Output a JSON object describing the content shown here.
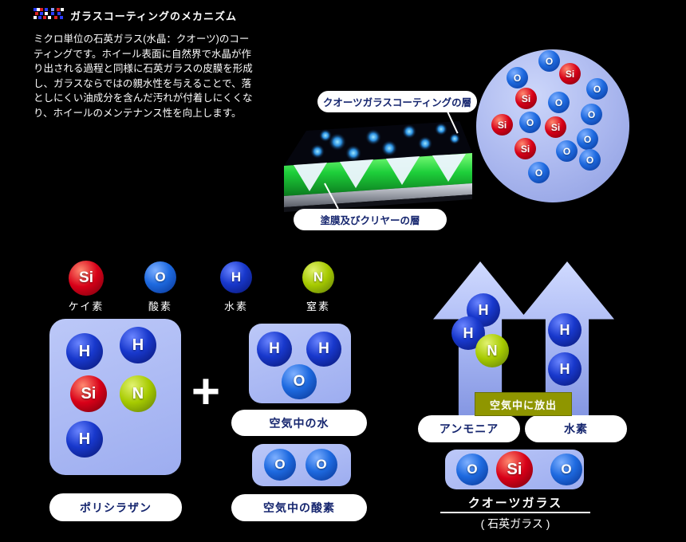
{
  "header": {
    "title": "ガラスコーティングのメカニズム"
  },
  "intro": {
    "lines": [
      "ミクロ単位の石英ガラス(水晶：クオーツ)のコー",
      "ティングです。ホイール表面に自然界で水晶が作",
      "り出される過程と同様に石英ガラスの皮膜を形成",
      "し、ガラスならではの親水性を与えることで、落",
      "としにくい油成分を含んだ汚れが付着しにくくな",
      "り、ホイールのメンテナンス性を向上します。"
    ]
  },
  "layer_labels": {
    "coating": "クオーツガラスコーティングの層",
    "clear": "塗膜及びクリヤーの層"
  },
  "molecule_circle": {
    "balls": [
      "O",
      "O",
      "Si",
      "O",
      "Si",
      "O",
      "O",
      "Si",
      "O",
      "Si",
      "O",
      "Si",
      "O",
      "O",
      "O"
    ]
  },
  "legend": {
    "items": [
      {
        "symbol": "Si",
        "name": "ケイ素"
      },
      {
        "symbol": "O",
        "name": "酸素"
      },
      {
        "symbol": "H",
        "name": "水素"
      },
      {
        "symbol": "N",
        "name": "窒素"
      }
    ]
  },
  "reaction": {
    "plus": "+",
    "polysilazane": {
      "caption": "ポリシラザン",
      "atoms": [
        "H",
        "H",
        "Si",
        "N",
        "H"
      ]
    },
    "water": {
      "caption": "空気中の水",
      "atoms": [
        "H",
        "H",
        "O"
      ]
    },
    "oxygen": {
      "caption": "空気中の酸素",
      "atoms": [
        "O",
        "O"
      ]
    },
    "release": {
      "caption": "空気中に放出"
    },
    "ammonia": {
      "caption": "アンモニア",
      "atoms": [
        "H",
        "H",
        "N"
      ]
    },
    "hydrogen": {
      "caption": "水素",
      "atoms": [
        "H",
        "H"
      ]
    },
    "quartz": {
      "caption": "クオーツガラス",
      "subcaption": "( 石英ガラス )",
      "atoms": [
        "O",
        "Si",
        "O"
      ]
    }
  },
  "colors": {
    "background": "#000000",
    "panel_blue": "#aab9f2",
    "oxygen_ball": "#1e6ae0",
    "hydrogen_ball": "#1838cc",
    "silicon_ball": "#d80018",
    "nitrogen_ball": "#a6ca00",
    "caption_text": "#15256e",
    "release_bg": "#8f9600"
  }
}
